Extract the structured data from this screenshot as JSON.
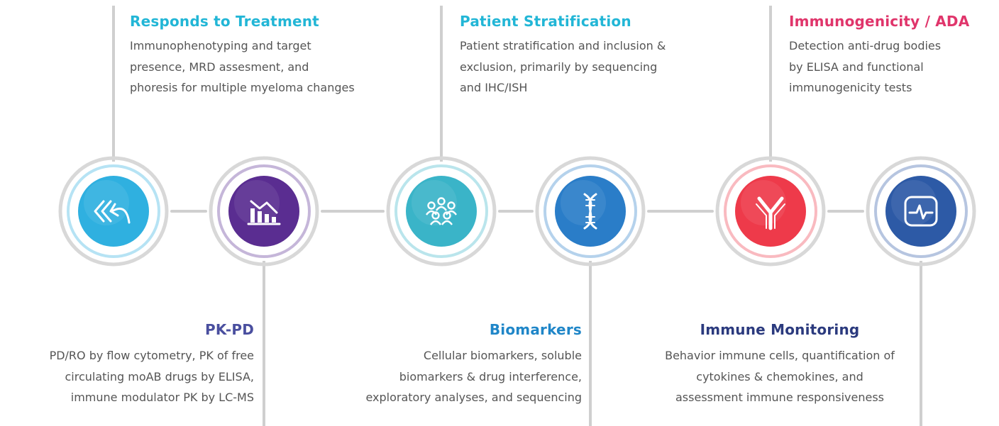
{
  "top": [
    {
      "title": "Responds to Treatment",
      "color": "#22b6d6",
      "lines": [
        "Immunophenotyping and target",
        "presence, MRD assesment, and",
        "phoresis for multiple myeloma changes"
      ]
    },
    {
      "title": "Patient Stratification",
      "color": "#22b6d6",
      "lines": [
        "Patient stratification and inclusion &",
        "exclusion, primarily by sequencing",
        "and IHC/ISH"
      ]
    },
    {
      "title": "Immunogenicity / ADA",
      "color": "#e0356b",
      "lines": [
        "Detection anti-drug bodies",
        "by ELISA and functional",
        "immunogenicity tests"
      ]
    }
  ],
  "bottom": [
    {
      "title": "PK-PD",
      "color": "#4a4f9f",
      "lines": [
        "PD/RO by flow cytometry, PK of free",
        "circulating moAB drugs by ELISA,",
        "immune modulator PK by LC-MS"
      ]
    },
    {
      "title": "Biomarkers",
      "color": "#1f86c8",
      "lines": [
        "Cellular biomarkers, soluble",
        "biomarkers & drug interference,",
        "exploratory analyses, and sequencing"
      ]
    },
    {
      "title": "Immune Monitoring",
      "color": "#2b3a7e",
      "lines": [
        "Behavior immune cells, quantification of",
        "cytokines & chemokines, and",
        "assessment immune responsiveness"
      ]
    }
  ],
  "nodes": [
    {
      "icon": "rewind-arrow-icon",
      "color": "#2fb0e0"
    },
    {
      "icon": "bar-chart-declining-icon",
      "color": "#5a2d91"
    },
    {
      "icon": "people-group-icon",
      "color": "#3ab4c8"
    },
    {
      "icon": "dna-helix-icon",
      "color": "#2a7dc8"
    },
    {
      "icon": "antibody-icon",
      "color": "#ee3a4a"
    },
    {
      "icon": "heart-monitor-icon",
      "color": "#2d5aa6"
    }
  ],
  "connector_color": "#cfcfcf"
}
